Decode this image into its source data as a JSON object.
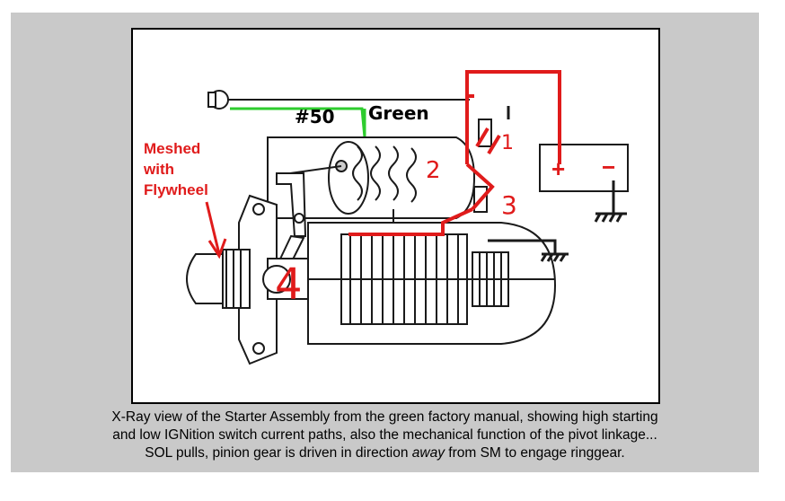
{
  "colors": {
    "background_panel": "#c9c9c9",
    "frame_border": "#000000",
    "high_current_path": "#e01b1b",
    "ignition_path": "#2ecc2e",
    "drawing": "#1a1a1a"
  },
  "labels": {
    "wire_number": "#50",
    "wire_color": "Green",
    "mesh_line1": "Meshed",
    "mesh_line2": "with",
    "mesh_line3": "Flywheel",
    "point1": "1",
    "point2": "2",
    "point3": "3",
    "point4": "4",
    "battery_plus": "+",
    "battery_minus": "−"
  },
  "caption": {
    "line1": "X-Ray view of the Starter Assembly from the green factory manual, showing high starting",
    "line2": "and low IGNition switch current paths, also the mechanical function of the pivot linkage...",
    "line3_start": "SOL pulls, pinion gear is driven in direction ",
    "line3_em": "away",
    "line3_end": " from SM to engage ringgear."
  }
}
